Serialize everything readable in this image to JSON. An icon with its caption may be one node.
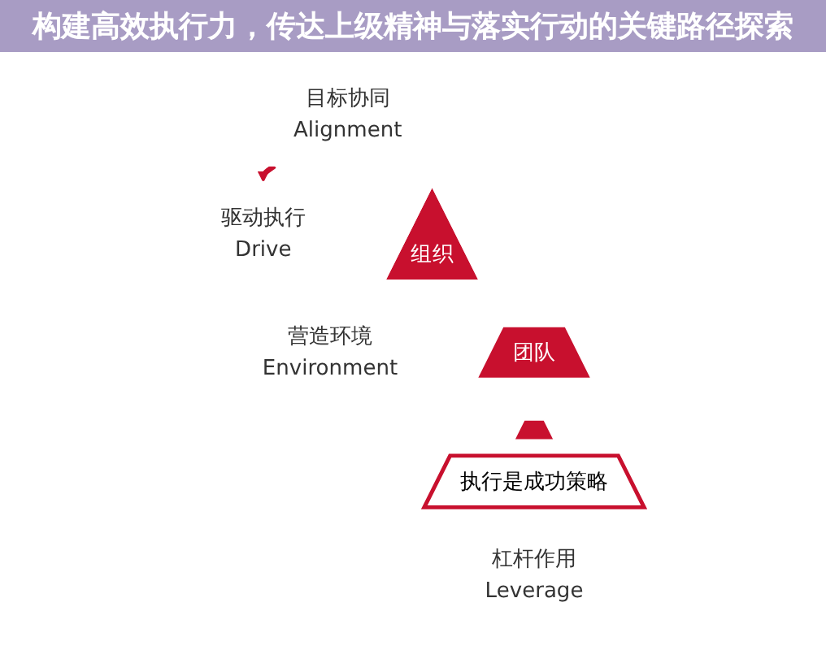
{
  "diagram": {
    "title": "构建高效执行力，传达上级精神与落实行动的关键路径探索",
    "nodes": [
      {
        "text": [
          "目标协同",
          "Alignment"
        ]
      },
      {
        "text": [
          "营造环境",
          "Environment"
        ]
      },
      {
        "text": [
          "驱动执行",
          "Drive"
        ]
      },
      {
        "text": [
          "杠杆作用",
          "Leverage"
        ]
      },
      {
        "text": [
          "组织"
        ]
      },
      {
        "text": [
          "团队"
        ]
      },
      {
        "text": [],
        "shape": "box"
      },
      {
        "text": [
          "执行是成功策略"
        ]
      }
    ],
    "edges": [
      {
        "from": 0,
        "to": 2,
        "arrow": "to"
      }
    ]
  }
}
